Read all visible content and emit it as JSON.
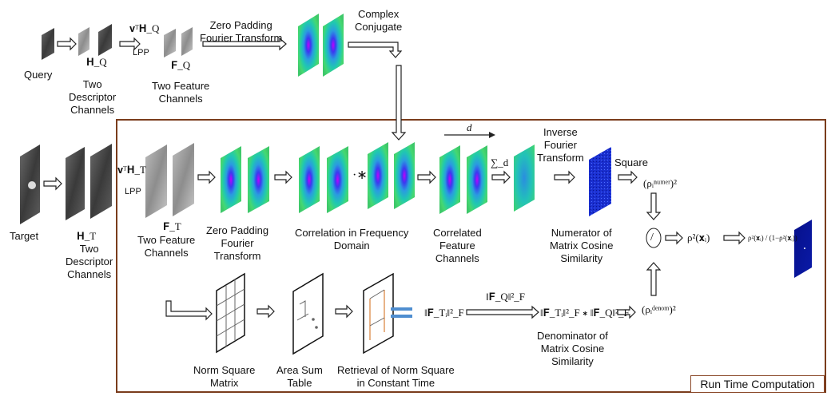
{
  "labels": {
    "query": "Query",
    "target": "Target",
    "two_descriptor_channels": "Two\nDescriptor\nChannels",
    "two_feature_channels": "Two Feature\nChannels",
    "zero_padding_ft_top": "Zero Padding\nFourier Transform",
    "complex_conjugate": "Complex\nConjugate",
    "zero_padding_ft_mid": "Zero Padding\nFourier\nTransform",
    "correlation": "Correlation in Frequency\nDomain",
    "correlated_channels": "Correlated\nFeature\nChannels",
    "inverse_ft": "Inverse\nFourier\nTransform",
    "square": "Square",
    "numerator": "Numerator of\nMatrix Cosine\nSimilarity",
    "norm_square_matrix": "Norm Square\nMatrix",
    "area_sum_table": "Area Sum\nTable",
    "retrieval": "Retrieval of Norm Square\nin Constant Time",
    "denominator": "Denominator of\nMatrix Cosine\nSimilarity",
    "lpp": "LPP",
    "badge": "Run Time Computation"
  },
  "math": {
    "HQ": "𝐇_Q",
    "vTHQ": "𝐯ᵀ𝐇_Q",
    "FQ": "𝐅_Q",
    "HT": "𝐇_T",
    "vTHT": "𝐯ᵀ𝐇_T",
    "FT": "𝐅_T",
    "dot_star": "·∗",
    "d": "d",
    "sum_d": "∑_d",
    "rho_numer": "(ρᵢⁿᵘᵐᵉʳ)²",
    "rho_denom": "(ρᵢᵈᵉⁿᵒᵐ)²",
    "rho_x": "ρ²(𝐱ᵢ)",
    "ratio": "ρ²(𝐱ᵢ) / (1−ρ²(𝐱ᵢ))",
    "normFT": "‖𝐅_Tᵢ‖²_F",
    "normFQ": "‖𝐅_Q‖²_F",
    "product": "‖𝐅_Tᵢ‖²_F ∗ ‖𝐅_Q‖²_F",
    "divide": "/"
  },
  "colors": {
    "frame": "#7a3c1c",
    "equals": "#4f8ed0",
    "grid": "#444444",
    "orange": "#d9803a"
  }
}
